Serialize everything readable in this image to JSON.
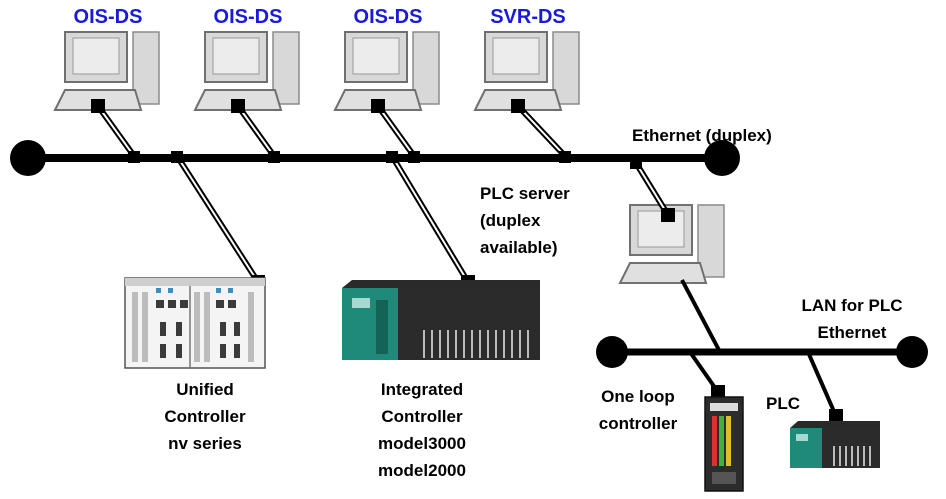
{
  "workstations": [
    "OIS-DS",
    "OIS-DS",
    "OIS-DS",
    "SVR-DS"
  ],
  "networks": {
    "ethernet": "Ethernet (duplex)",
    "plc_lan_line1": "LAN for PLC",
    "plc_lan_line2": "Ethernet"
  },
  "plc_server": {
    "line1": "PLC server",
    "line2": "(duplex",
    "line3": "available)"
  },
  "unified_controller": {
    "line1": "Unified",
    "line2": "Controller",
    "line3": "nv series"
  },
  "integrated_controller": {
    "line1": "Integrated",
    "line2": "Controller",
    "line3": "model3000",
    "line4": "model2000"
  },
  "one_loop_controller": {
    "line1": "One loop",
    "line2": "controller"
  },
  "plc": "PLC",
  "colors": {
    "workstation_label": "#1a1adc",
    "bus": "#000000",
    "teal": "#1f8a7a"
  }
}
